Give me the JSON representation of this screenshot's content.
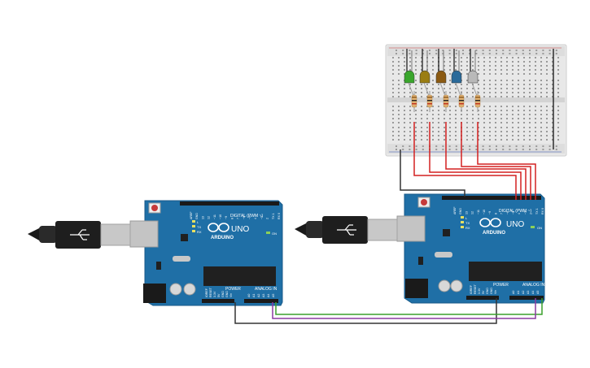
{
  "board_left": {
    "brand": "ARDUINO",
    "model": "UNO",
    "digital_label": "DIGITAL (PWM ~)",
    "power_label": "POWER",
    "analog_label": "ANALOG IN",
    "on_label": "ON",
    "tx_label": "TX",
    "rx_label": "RX",
    "l_label": "L",
    "digital_pins": [
      "AREF",
      "GND",
      "13",
      "12",
      "~11",
      "~10",
      "~9",
      "8",
      "7",
      "~6",
      "~5",
      "4",
      "~3",
      "2",
      "TX 1",
      "RX 0"
    ],
    "power_pins": [
      "IOREF",
      "RESET",
      "3.3V",
      "5V",
      "GND",
      "GND",
      "Vin"
    ],
    "analog_pins": [
      "A0",
      "A1",
      "A2",
      "A3",
      "A4",
      "A5"
    ]
  },
  "board_right": {
    "brand": "ARDUINO",
    "model": "UNO",
    "digital_label": "DIGITAL (PWM ~)",
    "power_label": "POWER",
    "analog_label": "ANALOG IN",
    "on_label": "ON",
    "tx_label": "TX",
    "rx_label": "RX",
    "l_label": "L",
    "digital_pins": [
      "AREF",
      "GND",
      "13",
      "12",
      "~11",
      "~10",
      "~9",
      "8",
      "7",
      "~6",
      "~5",
      "4",
      "~3",
      "2",
      "TX 1",
      "RX 0"
    ],
    "power_pins": [
      "IOREF",
      "RESET",
      "3.3V",
      "5V",
      "GND",
      "GND",
      "Vin"
    ],
    "analog_pins": [
      "A0",
      "A1",
      "A2",
      "A3",
      "A4",
      "A5"
    ]
  },
  "leds": [
    {
      "name": "green",
      "color": "#3aa62c"
    },
    {
      "name": "olive",
      "color": "#9a7d12"
    },
    {
      "name": "brown",
      "color": "#8b5a12"
    },
    {
      "name": "blue",
      "color": "#2a6a9a"
    },
    {
      "name": "white",
      "color": "#b9b9b9"
    }
  ],
  "wire_colors": {
    "signal": "#d42020",
    "ground": "#333333",
    "data": "#3aa02c",
    "clock": "#8a3aa0"
  },
  "board_color": "#1f6fa6",
  "breadboard_color": "#e9e9e9"
}
